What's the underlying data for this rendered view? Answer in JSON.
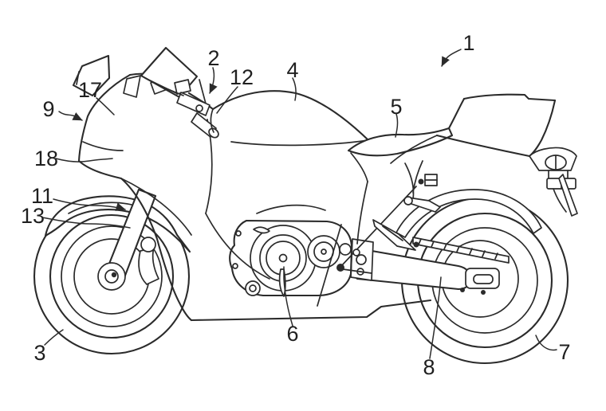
{
  "figure": {
    "background_color": "#ffffff",
    "line_color": "#2b2b2b",
    "label_color": "#1f1f1f",
    "reference_labels": [
      {
        "ref": "1"
      },
      {
        "ref": "2"
      },
      {
        "ref": "12"
      },
      {
        "ref": "4"
      },
      {
        "ref": "5"
      },
      {
        "ref": "17"
      },
      {
        "ref": "9"
      },
      {
        "ref": "18"
      },
      {
        "ref": "11"
      },
      {
        "ref": "13"
      },
      {
        "ref": "3"
      },
      {
        "ref": "6"
      },
      {
        "ref": "8"
      },
      {
        "ref": "7"
      }
    ]
  }
}
